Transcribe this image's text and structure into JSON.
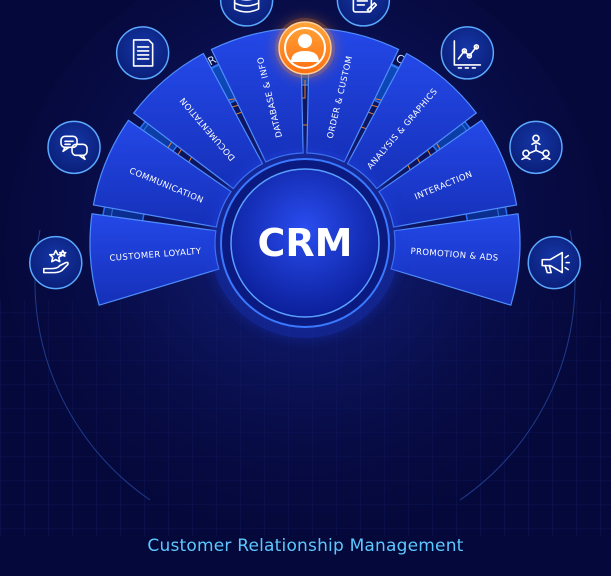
{
  "center": {
    "title": "CRM"
  },
  "top": {
    "left_label": "USER ACCESS",
    "right_label": "PROFILE CUSTOM",
    "icon": "user-icon"
  },
  "segments": [
    {
      "label": "CUSTOMER LOYALTY",
      "icon": "loyalty-hand-stars-icon"
    },
    {
      "label": "COMMUNICATION",
      "icon": "chat-bubbles-icon"
    },
    {
      "label": "DOCUMENTATION",
      "icon": "document-icon"
    },
    {
      "label": "DATABASE & INFO",
      "icon": "database-icon"
    },
    {
      "label": "ORDER & CUSTOM",
      "icon": "clipboard-icon"
    },
    {
      "label": "ANALYSIS & GRAPHICS",
      "icon": "line-chart-icon"
    },
    {
      "label": "INTERACTION",
      "icon": "network-people-icon"
    },
    {
      "label": "PROMOTION & ADS",
      "icon": "megaphone-icon"
    }
  ],
  "caption": "Customer Relationship Management",
  "colors": {
    "background": "#05083a",
    "segment": "#1a3ed9",
    "accent_orange": "#ff8a1f",
    "caption": "#5cc8ff"
  }
}
